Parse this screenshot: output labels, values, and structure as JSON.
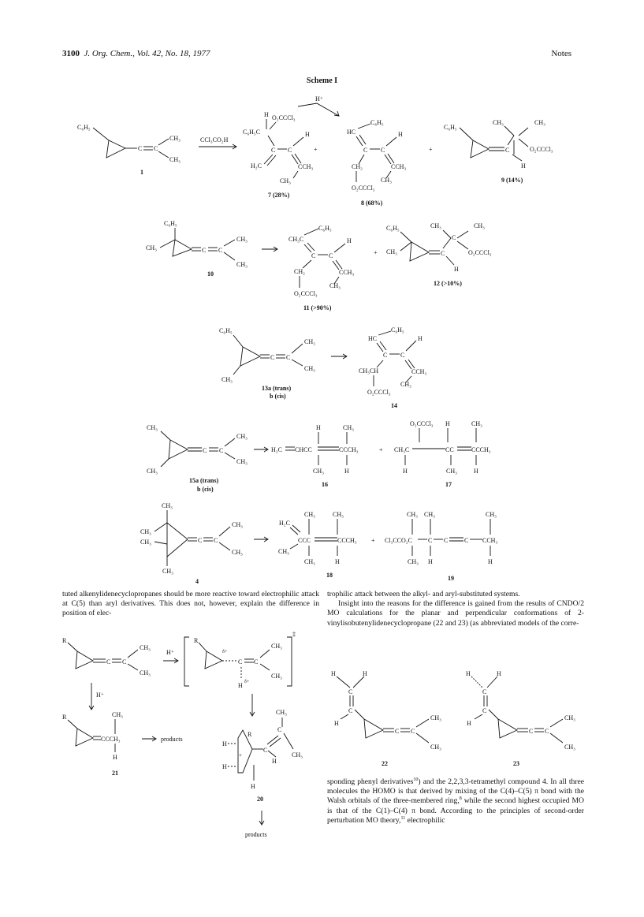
{
  "header": {
    "page_number": "3100",
    "journal": "J. Org. Chem., Vol. 42, No. 18, 1977",
    "section": "Notes"
  },
  "scheme": {
    "title": "Scheme I",
    "reagent": "CCl₃CO₂H",
    "proton": "H⁺",
    "compounds": {
      "c1": "1",
      "c7": "7 (28%)",
      "c8": "8 (68%)",
      "c9": "9 (14%)",
      "c10": "10",
      "c11": "11 (>90%)",
      "c12": "12 (>10%)",
      "c13a": "13a (trans)",
      "c13b": "b (cis)",
      "c14": "14",
      "c15a": "15a (trans)",
      "c15b": "b (cis)",
      "c16": "16",
      "c17": "17",
      "c4": "4",
      "c18": "18",
      "c19": "19",
      "c20": "20",
      "c21": "21",
      "c22": "22",
      "c23": "23"
    },
    "products": "products"
  },
  "text": {
    "left_para": "tuted alkenylidenecyclopropanes should be more reactive toward electrophilic attack at C(5) than aryl derivatives. This does not, however, explain the difference in position of elec-",
    "right_para1": "trophilic attack between the alkyl- and aryl-substituted systems.",
    "right_para2": "Insight into the reasons for the difference is gained from the results of CNDO/2 MO calculations for the planar and perpendicular conformations of 2-vinylisobutenylidenecyclopropane (22 and 23) (as abbreviated models of the corre-",
    "right_para3_a": "sponding phenyl derivatives",
    "right_para3_ref1": "10",
    "right_para3_b": ") and the 2,2,3,3-tetramethyl compound 4. In all three molecules the HOMO is that derived by mixing of the C(4)–C(5) π bond with the Walsh orbitals of the three-membered ring,",
    "right_para3_ref2": "8",
    "right_para3_c": " while the second highest occupied MO is that of the C(1)–C(4) π bond. According to the principles of second-order perturbation MO theory,",
    "right_para3_ref3": "11",
    "right_para3_d": " electrophilic"
  }
}
